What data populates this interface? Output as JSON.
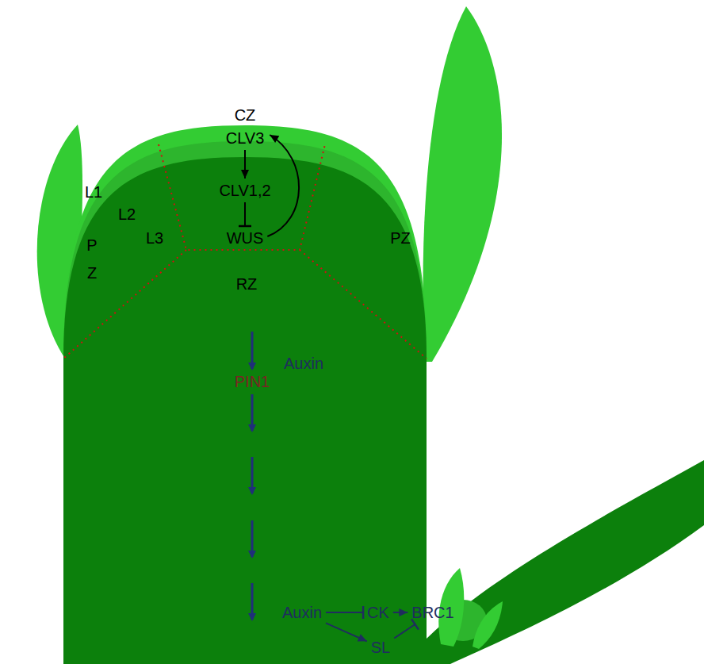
{
  "diagram": {
    "nodes": [
      {
        "text": [
          "CLV3"
        ]
      },
      {
        "text": [
          "CLV1,2"
        ]
      },
      {
        "text": [
          "WUS"
        ]
      },
      {
        "text": [
          "Auxin"
        ]
      },
      {
        "text": [
          "CK"
        ]
      },
      {
        "text": [
          "BRC1"
        ]
      },
      {
        "text": [
          "SL"
        ]
      }
    ],
    "edges": [
      {
        "from": 0,
        "to": 1,
        "arrow": "to"
      },
      {
        "from": 1,
        "to": 2,
        "arrow": "to"
      },
      {
        "from": 2,
        "to": 0,
        "arrow": "to"
      },
      {
        "from": 3,
        "to": 4,
        "arrow": "to"
      },
      {
        "from": 4,
        "to": 5,
        "arrow": "to"
      },
      {
        "from": 3,
        "to": 6,
        "arrow": "to"
      },
      {
        "from": 6,
        "to": 5,
        "arrow": "to"
      }
    ],
    "labels": [
      "CZ",
      "L1",
      "L2",
      "L3",
      "P Z",
      "PZ",
      "RZ",
      "Auxin",
      "PIN1"
    ]
  }
}
